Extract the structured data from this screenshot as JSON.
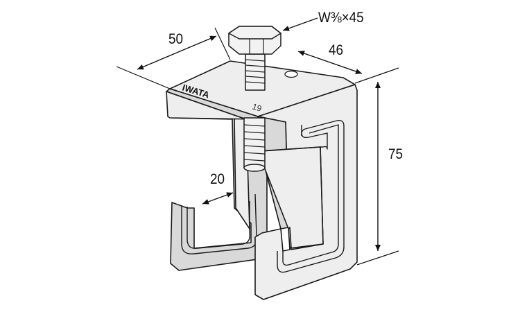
{
  "dimensions": {
    "width": "50",
    "depth": "46",
    "height": "75",
    "gap": "20",
    "bolt": "W⅜×45"
  },
  "marking": {
    "brand": "IWATA",
    "number": "19"
  },
  "colors": {
    "metal": "#eeeeee",
    "line": "#1a1a1a"
  }
}
